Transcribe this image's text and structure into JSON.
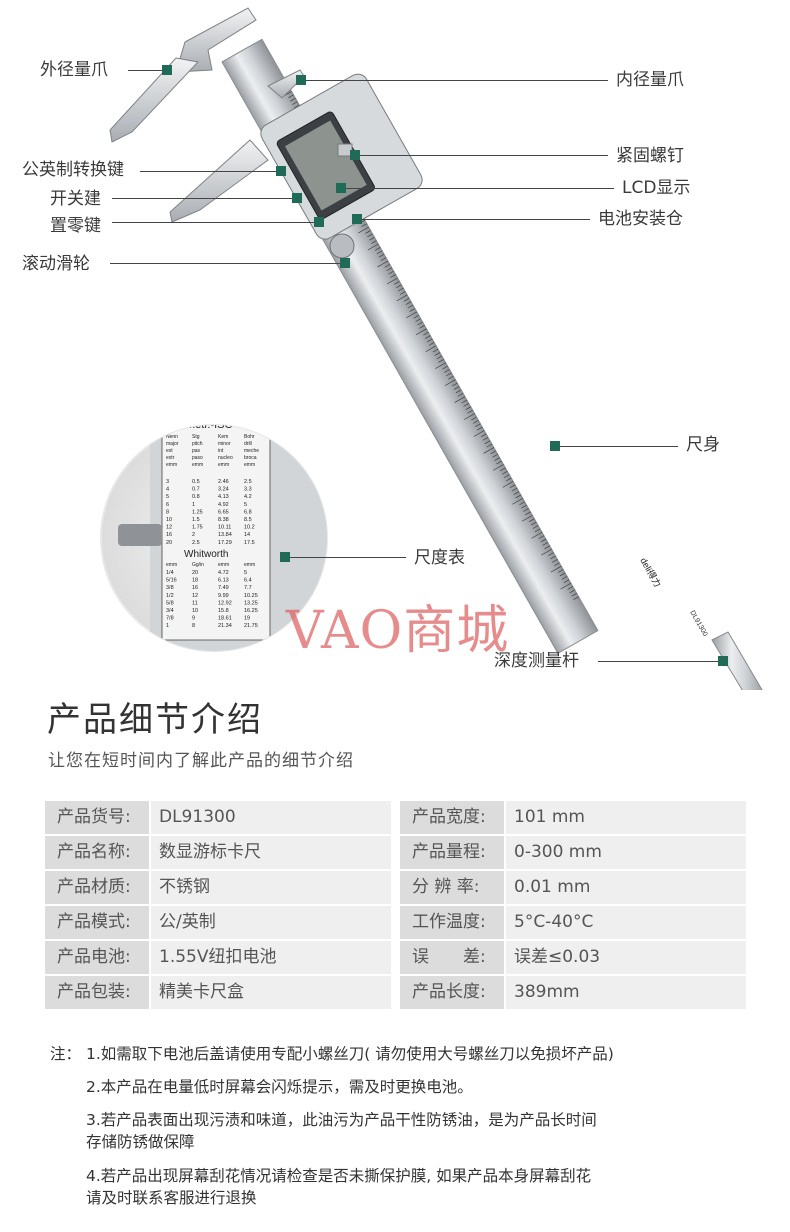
{
  "callouts": {
    "outer_jaw": "外径量爪",
    "inner_jaw": "内径量爪",
    "unit_switch_key": "公英制转换键",
    "locking_screw": "紧固螺钉",
    "lcd_display": "LCD显示",
    "power_key": "开关建",
    "battery_compartment": "电池安装仓",
    "zero_key": "置零键",
    "thumb_roller": "滚动滑轮",
    "main_beam": "尺身",
    "reference_table": "尺度表",
    "depth_rod": "深度测量杆"
  },
  "lens": {
    "metric_title": "Metr.-ISO",
    "whitworth_title": "Whitworth",
    "metric_headers": [
      "Nenn major ext extr emm",
      "Stg pitch pas paso emm",
      "Kem minor int nucleo emm",
      "Bohr drill meche broca emm"
    ],
    "metric_rows": [
      [
        "3",
        "0.5",
        "2.46",
        "2.5"
      ],
      [
        "4",
        "0.7",
        "3.24",
        "3.3"
      ],
      [
        "5",
        "0.8",
        "4.13",
        "4.2"
      ],
      [
        "6",
        "1",
        "4.92",
        "5"
      ],
      [
        "8",
        "1.25",
        "6.65",
        "6.8"
      ],
      [
        "10",
        "1.5",
        "8.38",
        "8.5"
      ],
      [
        "12",
        "1.75",
        "10.11",
        "10.2"
      ],
      [
        "16",
        "2",
        "13.84",
        "14"
      ],
      [
        "20",
        "2.5",
        "17.29",
        "17.5"
      ]
    ],
    "whitworth_headers": [
      "emm",
      "Gg/in",
      "emm",
      "emm"
    ],
    "whitworth_rows": [
      [
        "1/4",
        "20",
        "4.72",
        "5"
      ],
      [
        "5/16",
        "18",
        "6.13",
        "6.4"
      ],
      [
        "3/8",
        "16",
        "7.49",
        "7.7"
      ],
      [
        "1/2",
        "12",
        "9.99",
        "10.25"
      ],
      [
        "5/8",
        "11",
        "12.92",
        "13.25"
      ],
      [
        "3/4",
        "10",
        "15.8",
        "16.25"
      ],
      [
        "7/8",
        "9",
        "18.61",
        "19"
      ],
      [
        "1",
        "8",
        "21.34",
        "21.75"
      ]
    ]
  },
  "brand": "deli得力",
  "model_on_beam": "DL91300",
  "watermark": "VAO商城",
  "section": {
    "title": "产品细节介绍",
    "subtitle": "让您在短时间内了解此产品的细节介绍"
  },
  "specs_left": [
    {
      "label": "产品货号:",
      "value": "DL91300"
    },
    {
      "label": "产品名称:",
      "value": "数显游标卡尺"
    },
    {
      "label": "产品材质:",
      "value": "不锈钢"
    },
    {
      "label": "产品模式:",
      "value": "公/英制"
    },
    {
      "label": "产品电池:",
      "value": "1.55V纽扣电池"
    },
    {
      "label": "产品包装:",
      "value": "精美卡尺盒"
    }
  ],
  "specs_right": [
    {
      "label": "产品宽度:",
      "value": "101 mm"
    },
    {
      "label": "产品量程:",
      "value": "0-300 mm"
    },
    {
      "label": "分 辨 率:",
      "value": "0.01 mm"
    },
    {
      "label": "工作温度:",
      "value": "5°C-40°C"
    },
    {
      "label": "误　　差:",
      "value": "误差≤0.03"
    },
    {
      "label": "产品长度:",
      "value": "389mm"
    }
  ],
  "notes": {
    "prefix": "注：",
    "items": [
      "1.如需取下电池后盖请使用专配小螺丝刀( 请勿使用大号螺丝刀以免损坏产品)",
      "2.本产品在电量低时屏幕会闪烁提示，需及时更换电池。",
      "3.若产品表面出现污渍和味道，此油污为产品干性防锈油，是为产品长时间",
      "存储防锈做保障",
      "4.若产品出现屏幕刮花情况请检查是否未撕保护膜, 如果产品本身屏幕刮花",
      "请及时联系客服进行退换"
    ]
  },
  "colors": {
    "marker": "#1f6b57",
    "spec_label_bg": "#dcdcdc",
    "spec_value_bg": "#efefef",
    "watermark": "#dd6060"
  }
}
